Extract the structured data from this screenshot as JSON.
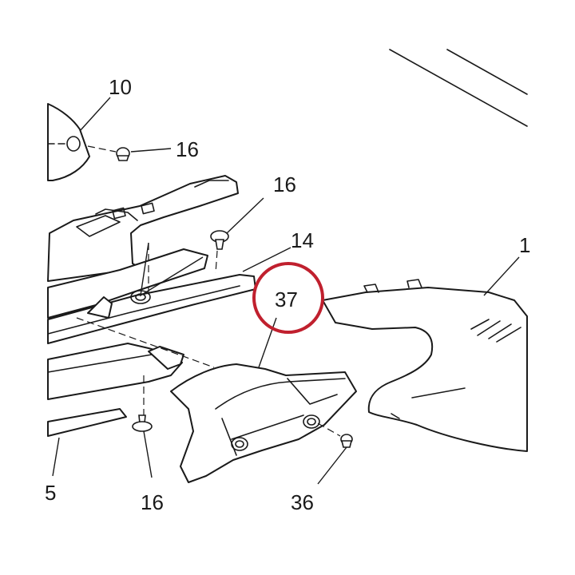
{
  "callouts": [
    {
      "id": "c10",
      "text": "10"
    },
    {
      "id": "c16a",
      "text": "16"
    },
    {
      "id": "c16b",
      "text": "16"
    },
    {
      "id": "c14",
      "text": "14"
    },
    {
      "id": "c1",
      "text": "1"
    },
    {
      "id": "c37",
      "text": "37"
    },
    {
      "id": "c5",
      "text": "5"
    },
    {
      "id": "c16c",
      "text": "16"
    },
    {
      "id": "c36",
      "text": "36"
    }
  ],
  "colors": {
    "highlight": "#c0202e",
    "line": "#1a1a1a"
  },
  "icons": {
    "screw": "screw-icon"
  }
}
